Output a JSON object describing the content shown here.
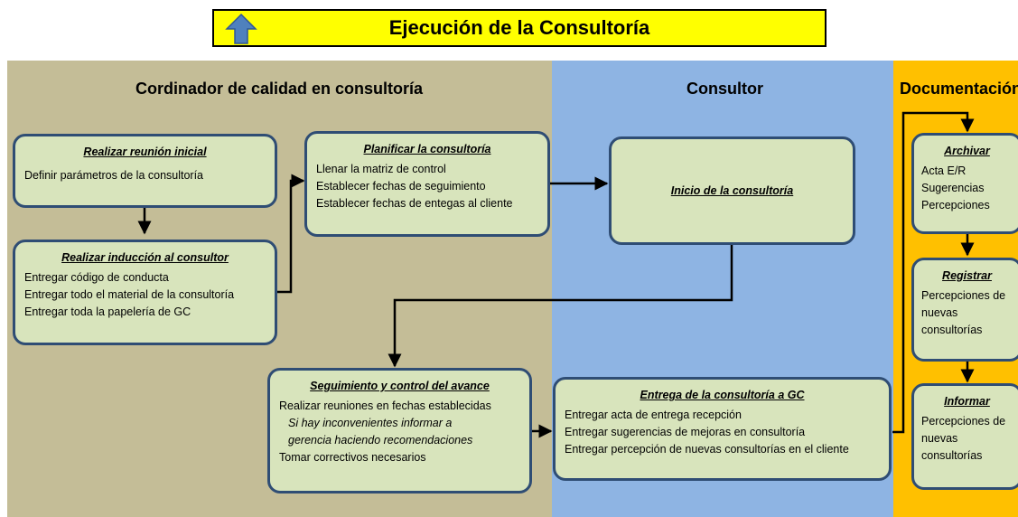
{
  "title": "Ejecución de la Consultoría",
  "lanes": {
    "coordinator": "Cordinador de calidad en consultoría",
    "consultant": "Consultor",
    "documentation": "Documentación"
  },
  "colors": {
    "coordinator_lane": "#c4bd97",
    "consultant_lane": "#8eb4e3",
    "documentation_lane": "#ffc000",
    "box_fill": "#d8e4bc",
    "box_border": "#2f4d74",
    "title_fill": "#ffff00",
    "arrow_icon": "#4f81bd"
  },
  "boxes": {
    "reunion_inicial": {
      "title": "Realizar  reunión inicial",
      "lines": [
        "Definir parámetros de la consultoría"
      ]
    },
    "induccion": {
      "title": "Realizar inducción al consultor",
      "lines": [
        "Entregar código de conducta",
        "Entregar todo el material de la consultoría",
        "Entregar toda la papelería de GC"
      ]
    },
    "planificar": {
      "title": "Planificar la consultoría",
      "lines": [
        "Llenar la matriz de control",
        "Establecer fechas de seguimiento",
        "Establecer fechas de entegas al cliente"
      ]
    },
    "inicio": {
      "title": "Inicio de la consultoría"
    },
    "seguimiento": {
      "title": "Seguimiento y control del avance",
      "line1": "Realizar reuniones en fechas establecidas",
      "italic1": "Si hay inconvenientes informar a",
      "italic2": "gerencia haciendo recomendaciones",
      "line2": "Tomar correctivos necesarios"
    },
    "entrega": {
      "title": "Entrega de la consultoría a GC",
      "lines": [
        "Entregar acta de entrega recepción",
        "Entregar sugerencias de mejoras en consultoría",
        "Entregar percepción de nuevas consultorías en el cliente"
      ]
    },
    "archivar": {
      "title": "Archivar",
      "lines": [
        "Acta E/R",
        "Sugerencias",
        "Percepciones"
      ]
    },
    "registrar": {
      "title": "Registrar",
      "lines": [
        "Percepciones de",
        "nuevas",
        "consultorías"
      ]
    },
    "informar": {
      "title": "Informar",
      "lines": [
        "Percepciones de",
        "nuevas",
        "consultorías"
      ]
    }
  }
}
